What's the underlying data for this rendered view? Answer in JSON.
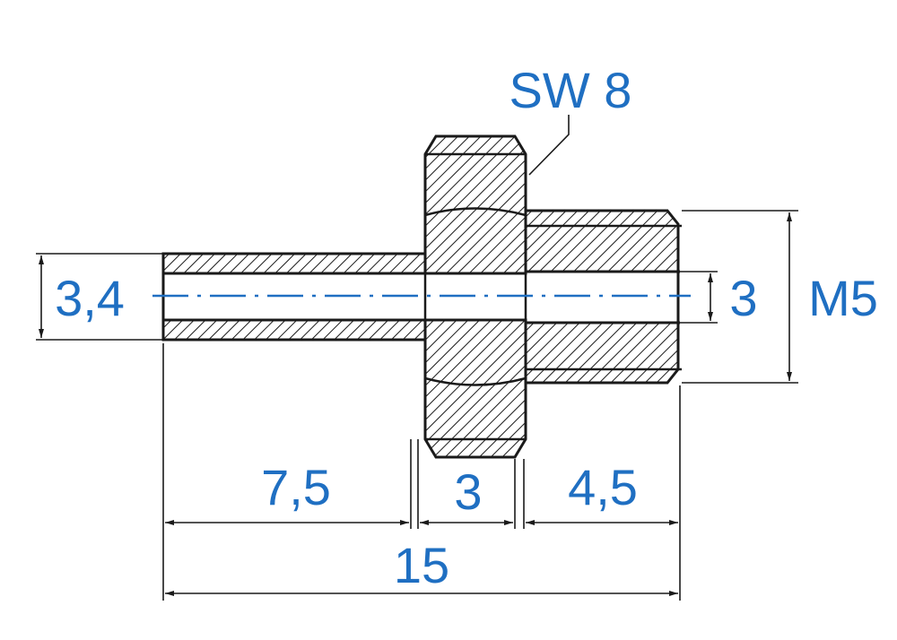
{
  "drawing": {
    "labels": {
      "wrench_size": "SW 8",
      "left_inner_diameter": "3,4",
      "right_inner_diameter": "3",
      "thread": "M5",
      "length_left": "7,5",
      "length_hex": "3",
      "length_right": "4,5",
      "length_total": "15"
    },
    "colors": {
      "dimension_text": "#1f6fc2",
      "line": "#1a1a1a",
      "center_line": "#1f6fc2",
      "background": "#ffffff"
    }
  }
}
